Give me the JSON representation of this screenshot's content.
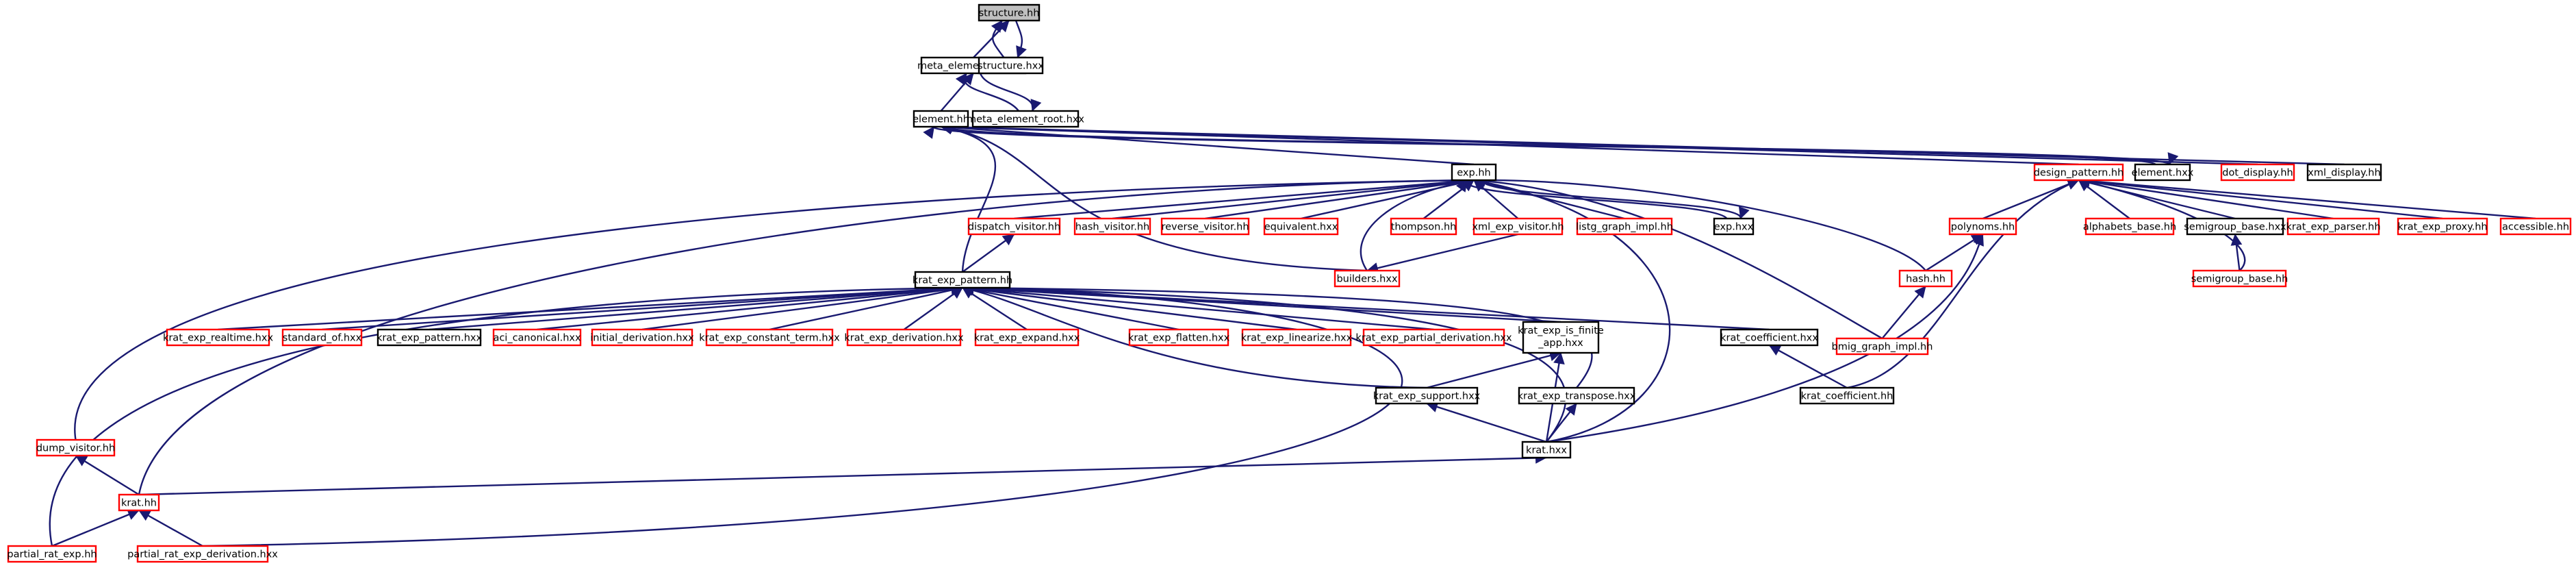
{
  "colors": {
    "edge": "#191970",
    "border_ok": "#000000",
    "border_missing": "#ff0000",
    "highlight_fill": "#bfbfbf",
    "background": "#ffffff"
  },
  "nodes": {
    "structure_hh": {
      "label": "structure.hh",
      "border": "black",
      "highlight": true
    },
    "meta_element_root_hh": {
      "label": "meta_element_root.hh",
      "border": "black"
    },
    "structure_hxx": {
      "label": "structure.hxx",
      "border": "black"
    },
    "element_hh": {
      "label": "element.hh",
      "border": "black"
    },
    "meta_element_root_hxx": {
      "label": "meta_element_root.hxx",
      "border": "black"
    },
    "exp_hh": {
      "label": "exp.hh",
      "border": "black"
    },
    "design_pattern_hh": {
      "label": "design_pattern.hh",
      "border": "red"
    },
    "element_hxx": {
      "label": "element.hxx",
      "border": "black"
    },
    "dot_display_hh": {
      "label": "dot_display.hh",
      "border": "red"
    },
    "xml_display_hh": {
      "label": "xml_display.hh",
      "border": "black"
    },
    "dispatch_visitor_hh": {
      "label": "dispatch_visitor.hh",
      "border": "red"
    },
    "hash_visitor_hh": {
      "label": "hash_visitor.hh",
      "border": "red"
    },
    "reverse_visitor_hh": {
      "label": "reverse_visitor.hh",
      "border": "red"
    },
    "equivalent_hxx": {
      "label": "equivalent.hxx",
      "border": "red"
    },
    "thompson_hh": {
      "label": "thompson.hh",
      "border": "red"
    },
    "xml_exp_visitor_hh": {
      "label": "xml_exp_visitor.hh",
      "border": "red"
    },
    "listg_graph_impl_hh": {
      "label": "listg_graph_impl.hh",
      "border": "red"
    },
    "exp_hxx": {
      "label": "exp.hxx",
      "border": "black"
    },
    "polynoms_hh": {
      "label": "polynoms.hh",
      "border": "red"
    },
    "alphabets_base_hh": {
      "label": "alphabets_base.hh",
      "border": "red"
    },
    "semigroup_base_hxx": {
      "label": "semigroup_base.hxx",
      "border": "black"
    },
    "krat_exp_parser_hh": {
      "label": "krat_exp_parser.hh",
      "border": "red"
    },
    "krat_exp_proxy_hh": {
      "label": "krat_exp_proxy.hh",
      "border": "red"
    },
    "accessible_hh": {
      "label": "accessible.hh",
      "border": "red"
    },
    "builders_hxx": {
      "label": "builders.hxx",
      "border": "red"
    },
    "hash_hh": {
      "label": "hash.hh",
      "border": "red"
    },
    "semigroup_base_hh": {
      "label": "semigroup_base.hh",
      "border": "red"
    },
    "krat_exp_pattern_hh": {
      "label": "krat_exp_pattern.hh",
      "border": "black"
    },
    "bmig_graph_impl_hh": {
      "label": "bmig_graph_impl.hh",
      "border": "red"
    },
    "krat_exp_realtime_hxx": {
      "label": "krat_exp_realtime.hxx",
      "border": "red"
    },
    "standard_of_hxx": {
      "label": "standard_of.hxx",
      "border": "red"
    },
    "krat_exp_pattern_hxx": {
      "label": "krat_exp_pattern.hxx",
      "border": "black"
    },
    "aci_canonical_hxx": {
      "label": "aci_canonical.hxx",
      "border": "red"
    },
    "initial_derivation_hxx": {
      "label": "initial_derivation.hxx",
      "border": "red"
    },
    "krat_exp_constant_term_hxx": {
      "label": "krat_exp_constant_term.hxx",
      "border": "red"
    },
    "krat_exp_derivation_hxx": {
      "label": "krat_exp_derivation.hxx",
      "border": "red"
    },
    "krat_exp_expand_hxx": {
      "label": "krat_exp_expand.hxx",
      "border": "red"
    },
    "krat_exp_flatten_hxx": {
      "label": "krat_exp_flatten.hxx",
      "border": "red"
    },
    "krat_exp_linearize_hxx": {
      "label": "krat_exp_linearize.hxx",
      "border": "red"
    },
    "krat_exp_partial_derivation_hxx": {
      "label": "krat_exp_partial_derivation.hxx",
      "border": "red"
    },
    "krat_exp_is_finite_app_hxx": {
      "label1": "krat_exp_is_finite",
      "label2": "_app.hxx",
      "border": "black"
    },
    "krat_coefficient_hxx": {
      "label": "krat_coefficient.hxx",
      "border": "black"
    },
    "krat_coefficient_hh": {
      "label": "krat_coefficient.hh",
      "border": "black"
    },
    "krat_exp_transpose_hxx": {
      "label": "krat_exp_transpose.hxx",
      "border": "black"
    },
    "krat_exp_support_hxx": {
      "label": "krat_exp_support.hxx",
      "border": "black"
    },
    "dump_visitor_hh": {
      "label": "dump_visitor.hh",
      "border": "red"
    },
    "krat_hxx": {
      "label": "krat.hxx",
      "border": "black"
    },
    "krat_hh": {
      "label": "krat.hh",
      "border": "red"
    },
    "partial_rat_exp_hh": {
      "label": "partial_rat_exp.hh",
      "border": "red"
    },
    "partial_rat_exp_derivation_hxx": {
      "label": "partial_rat_exp_derivation.hxx",
      "border": "red"
    }
  }
}
